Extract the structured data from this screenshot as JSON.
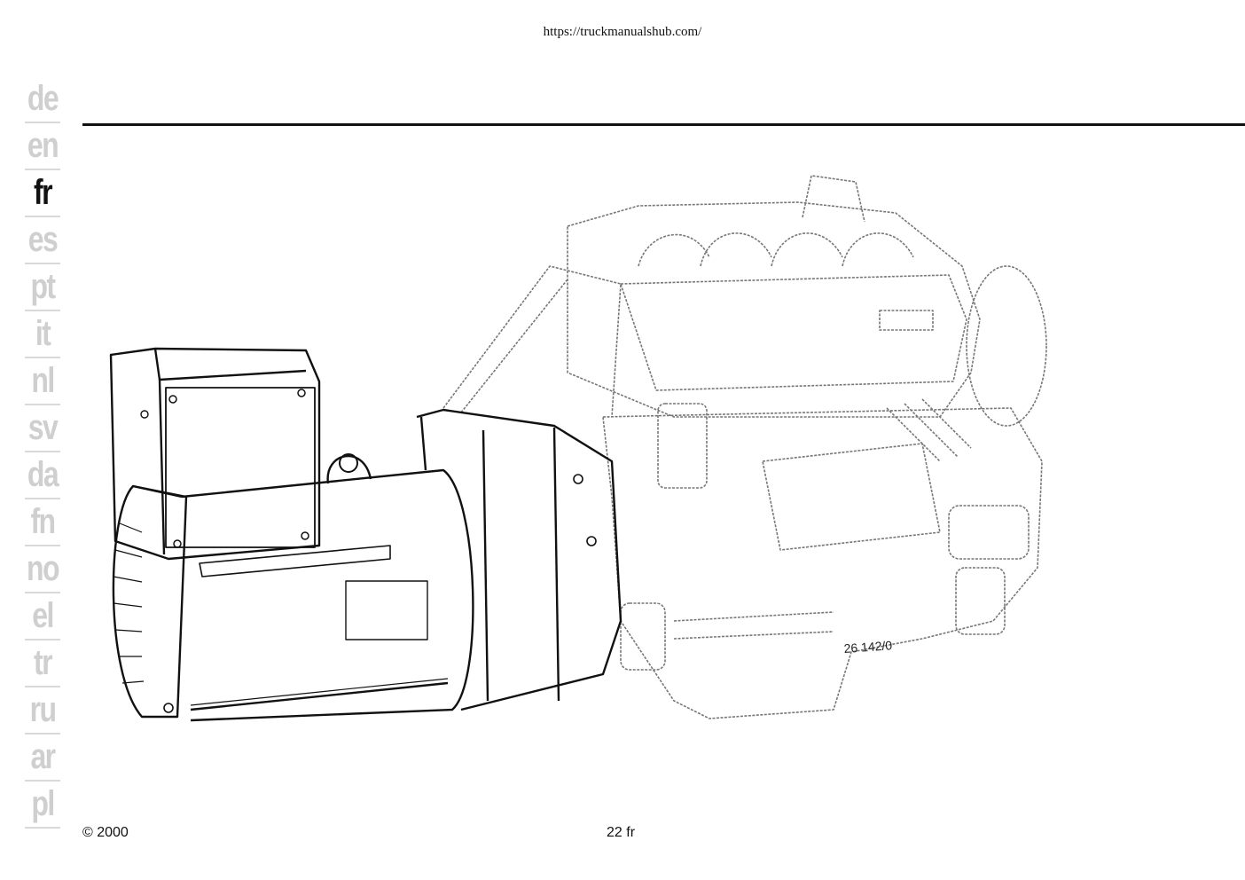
{
  "header": {
    "url": "https://truckmanualshub.com/"
  },
  "languages": [
    {
      "code": "de",
      "active": false
    },
    {
      "code": "en",
      "active": false
    },
    {
      "code": "fr",
      "active": true
    },
    {
      "code": "es",
      "active": false
    },
    {
      "code": "pt",
      "active": false
    },
    {
      "code": "it",
      "active": false
    },
    {
      "code": "nl",
      "active": false
    },
    {
      "code": "sv",
      "active": false
    },
    {
      "code": "da",
      "active": false
    },
    {
      "code": "fn",
      "active": false
    },
    {
      "code": "no",
      "active": false
    },
    {
      "code": "el",
      "active": false
    },
    {
      "code": "tr",
      "active": false
    },
    {
      "code": "ru",
      "active": false
    },
    {
      "code": "ar",
      "active": false
    },
    {
      "code": "pl",
      "active": false
    }
  ],
  "figure": {
    "label": "26 142/0"
  },
  "footer": {
    "copyright": "© 2000",
    "page": "22 fr"
  }
}
